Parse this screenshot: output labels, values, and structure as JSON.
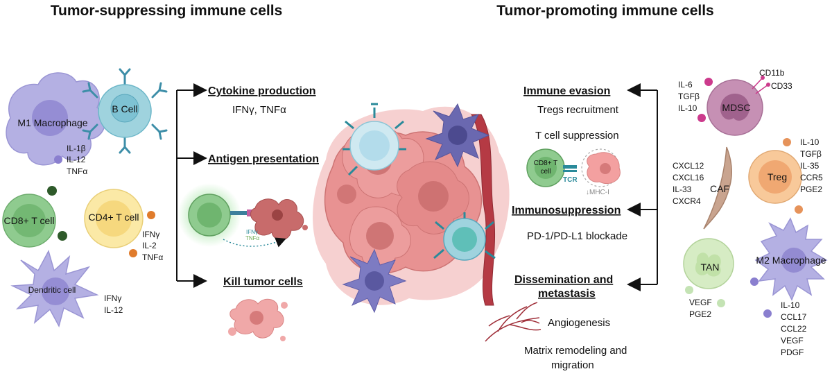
{
  "headings": {
    "left": "Tumor-suppressing immune cells",
    "right": "Tumor-promoting immune cells"
  },
  "left_cells": {
    "m1_macrophage": {
      "name": "M1 Macrophage",
      "cytokines": [
        "IL-1β",
        "IL-12",
        "TNFα"
      ]
    },
    "b_cell": {
      "name": "B Cell"
    },
    "cd8_t_cell": {
      "name": "CD8+ T cell"
    },
    "cd4_t_cell": {
      "name": "CD4+ T cell",
      "cytokines": [
        "IFNγ",
        "IL-2",
        "TNFα"
      ]
    },
    "dendritic_cell": {
      "name": "Dendritic cell",
      "cytokines": [
        "IFNγ",
        "IL-12"
      ]
    }
  },
  "left_functions": {
    "cytokine_production": {
      "title": "Cytokine production",
      "detail": "IFNγ, TNFα"
    },
    "antigen_presentation": {
      "title": "Antigen presentation",
      "ifng": "IFNγ",
      "tnfa": "TNFα"
    },
    "kill_tumor_cells": {
      "title": "Kill tumor cells"
    }
  },
  "right_functions": {
    "immune_evasion": {
      "title": "Immune evasion",
      "items": [
        "Tregs recruitment",
        "T cell suppression"
      ]
    },
    "inset": {
      "cell": [
        "CD8+ T",
        "cell"
      ],
      "tcr": "TCR",
      "mhc": "↓MHC-I"
    },
    "immunosuppression": {
      "title": "Immunosuppression",
      "detail": "PD-1/PD-L1 blockade"
    },
    "dissemination": {
      "title_lines": [
        "Dissemination and",
        "metastasis"
      ],
      "angiogenesis": "Angiogenesis",
      "matrix_lines": [
        "Matrix remodeling and",
        "migration"
      ]
    }
  },
  "right_cells": {
    "mdsc": {
      "name": "MDSC",
      "cytokines": [
        "IL-6",
        "TGFβ",
        "IL-10"
      ],
      "markers": [
        "CD11b",
        "CD33"
      ]
    },
    "caf": {
      "name": "CAF",
      "cytokines": [
        "CXCL12",
        "CXCL16",
        "IL-33",
        "CXCR4"
      ]
    },
    "treg": {
      "name": "Treg",
      "cytokines": [
        "IL-10",
        "TGFβ",
        "IL-35",
        "CCR5",
        "PGE2"
      ]
    },
    "tan": {
      "name": "TAN",
      "cytokines": [
        "VEGF",
        "PGE2"
      ]
    },
    "m2_macrophage": {
      "name": "M2 Macrophage",
      "cytokines": [
        "IL-10",
        "CCL17",
        "CCL22",
        "VEGF",
        "PDGF"
      ]
    }
  },
  "colors": {
    "macrophage": "#b4b0e3",
    "bcell": "#9fd3de",
    "cd8": "#8fcb8f",
    "cd4": "#fbe9a6",
    "tumor": "#e89292",
    "tumor_dark": "#c86b6b",
    "mdsc": "#c690b4",
    "treg": "#f8c99a",
    "tan": "#d6ecc4",
    "caf": "#c9a48f",
    "dot_green": "#2e5a2a",
    "dot_orange": "#e07c2c",
    "dot_purple": "#8a7fcf",
    "dot_magenta": "#cc3a8c"
  }
}
